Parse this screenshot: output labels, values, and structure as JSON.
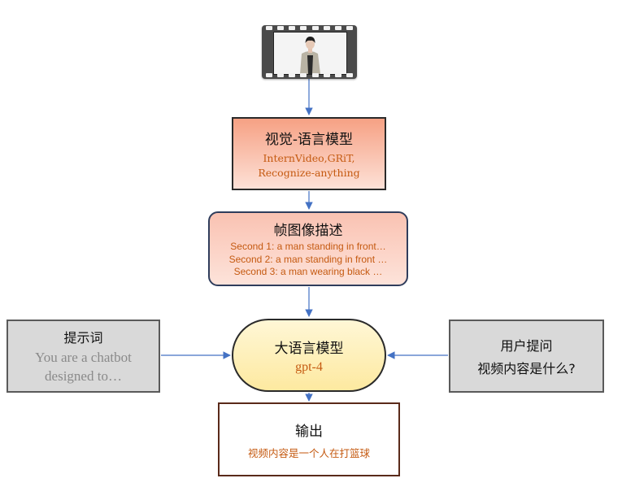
{
  "nodes": {
    "vision_language_model": {
      "title": "视觉-语言模型",
      "line1": "InternVideo,GRiT,",
      "line2": "Recognize-anything"
    },
    "frame_description": {
      "title": "帧图像描述",
      "lines": [
        "Second 1: a man standing in front…",
        "Second 2: a man standing in front …",
        "Second 3: a man wearing black …"
      ]
    },
    "large_language_model": {
      "title": "大语言模型",
      "subtitle": "gpt-4"
    },
    "prompt": {
      "title": "提示词",
      "line1": "You are a chatbot",
      "line2": "designed to…"
    },
    "user_question": {
      "title": "用户提问",
      "question": "视频内容是什么?"
    },
    "output": {
      "title": "输出",
      "answer": "视频内容是一个人在打篮球"
    }
  },
  "colors": {
    "arrow": "#4472c4",
    "highlight_text": "#c55a11",
    "muted_text": "#8a8a8a"
  },
  "icons": {
    "video": "film-strip-icon"
  }
}
